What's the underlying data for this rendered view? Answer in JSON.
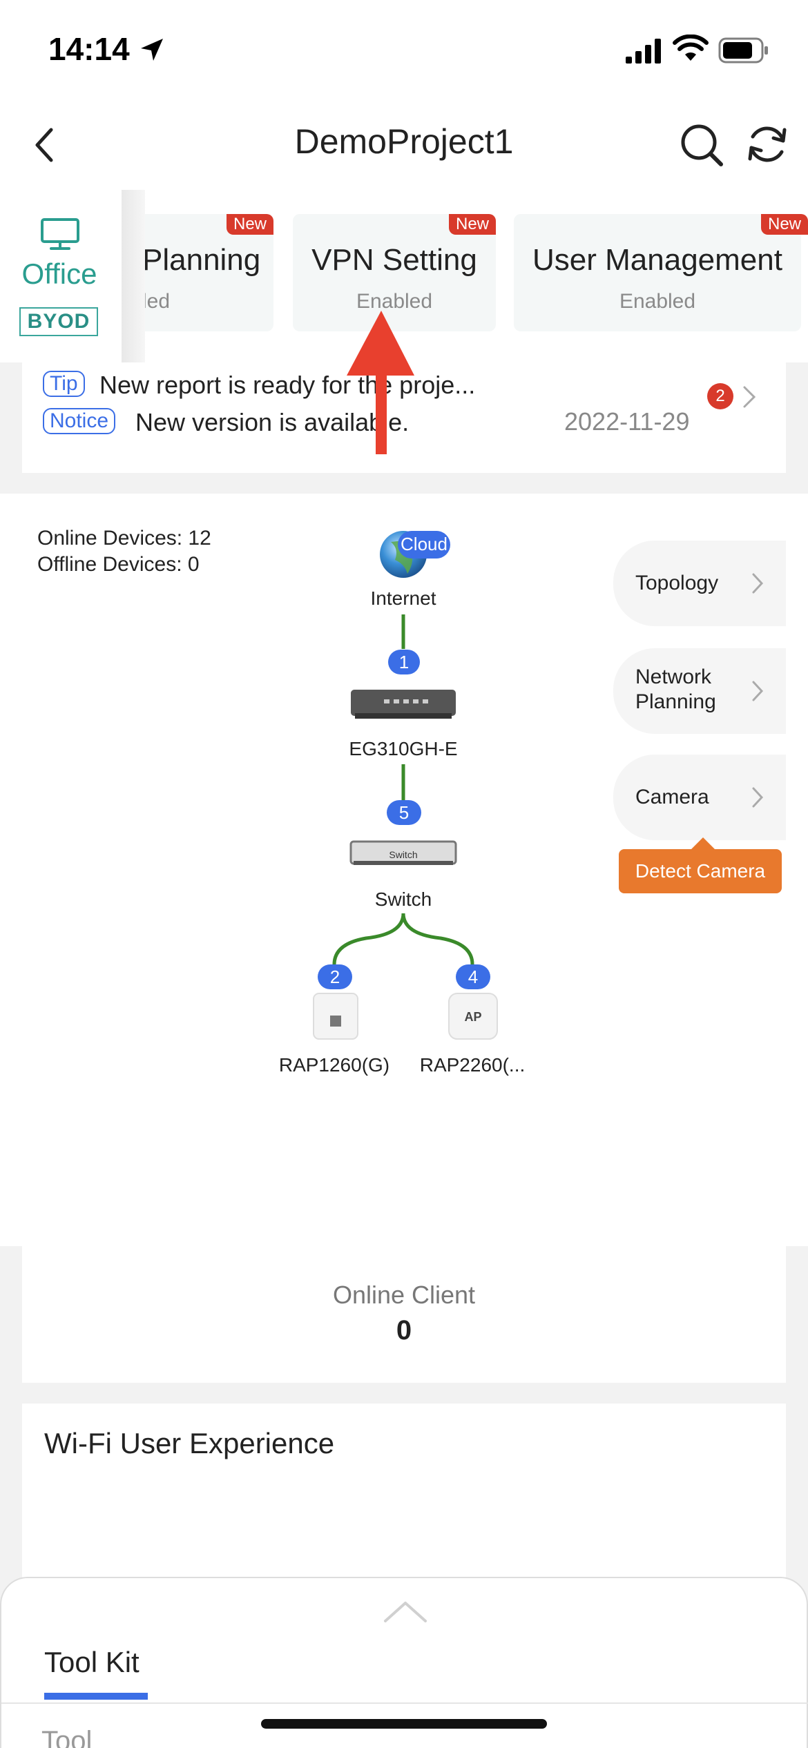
{
  "status_bar": {
    "time": "14:14"
  },
  "nav": {
    "title": "DemoProject1"
  },
  "feature_strip": {
    "active": {
      "label": "Office",
      "badge": "BYOD"
    },
    "cards": [
      {
        "title": "Planning",
        "subtitle": "led",
        "badge": "New"
      },
      {
        "title": "VPN Setting",
        "subtitle": "Enabled",
        "badge": "New"
      },
      {
        "title": "User Management",
        "subtitle": "Enabled",
        "badge": "New"
      }
    ]
  },
  "notices": {
    "items": [
      {
        "tag": "Tip",
        "text": "New report is ready for the proje..."
      },
      {
        "tag": "Notice",
        "text": "New version is available."
      }
    ],
    "date": "2022-11-29",
    "count": "2"
  },
  "topology": {
    "online_devices": "Online Devices: 12",
    "offline_devices": "Offline Devices: 0",
    "cloud_label": "Cloud",
    "internet_label": "Internet",
    "gateway": {
      "name": "EG310GH-E",
      "count": "1"
    },
    "switch": {
      "name": "Switch",
      "count": "5",
      "face_label": "Switch"
    },
    "aps": [
      {
        "name": "RAP1260(G)",
        "count": "2"
      },
      {
        "name": "RAP2260(...",
        "count": "4",
        "face_label": "AP"
      }
    ],
    "side_buttons": [
      {
        "label": "Topology"
      },
      {
        "label": "Network Planning"
      },
      {
        "label": "Camera"
      }
    ],
    "detect_camera": "Detect Camera"
  },
  "online_client": {
    "label": "Online Client",
    "value": "0"
  },
  "wifi_ux": {
    "title": "Wi-Fi User Experience"
  },
  "sheet": {
    "tab": "Tool Kit",
    "next_label": "Tool"
  },
  "colors": {
    "accent_blue": "#3b6ee6",
    "badge_red": "#d83a2b",
    "office_teal": "#2a9d8f",
    "link_green": "#3a8a2a",
    "detect_orange": "#e8792d",
    "annotation_red": "#e8402e"
  }
}
